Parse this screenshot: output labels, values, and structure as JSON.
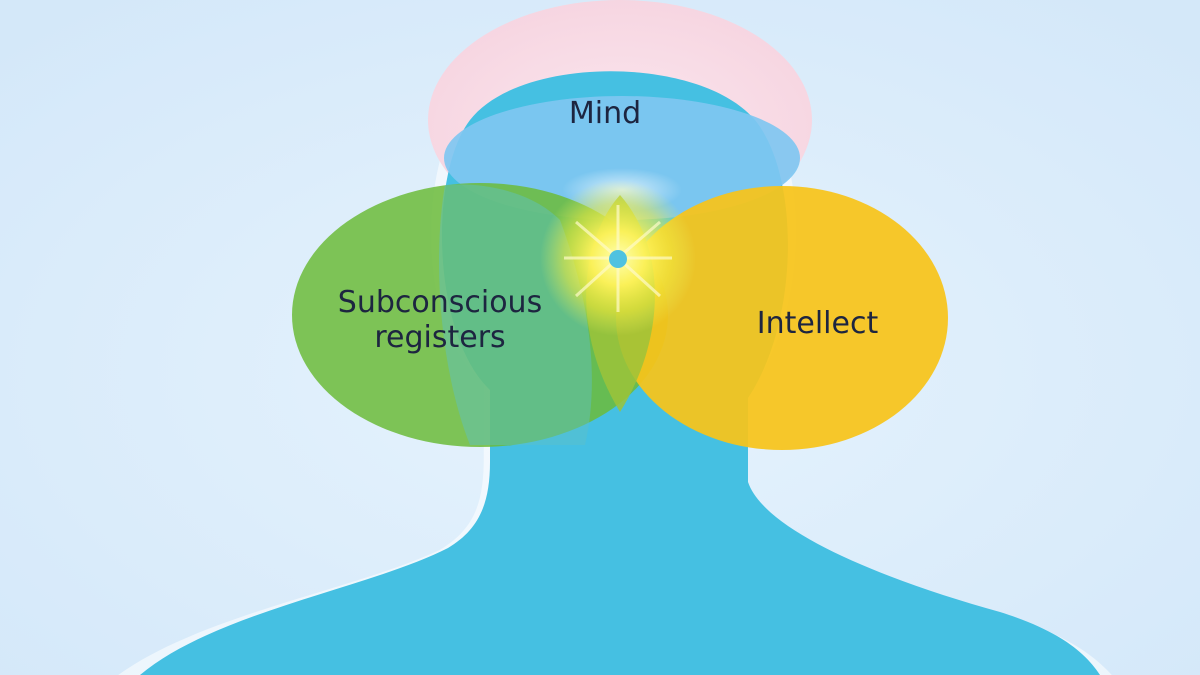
{
  "diagram": {
    "labels": {
      "mind": "Mind",
      "subconscious": "Subconscious\nregisters",
      "intellect": "Intellect"
    },
    "colors": {
      "background": "#dcecfb",
      "silhouette": "#45c0e2",
      "halo": "#f9dce6",
      "mind_circle": "#80c6f0",
      "subconscious_circle": "#6cbc3a",
      "intellect_circle": "#f7c41a",
      "center_glow": "#fff35a"
    }
  }
}
